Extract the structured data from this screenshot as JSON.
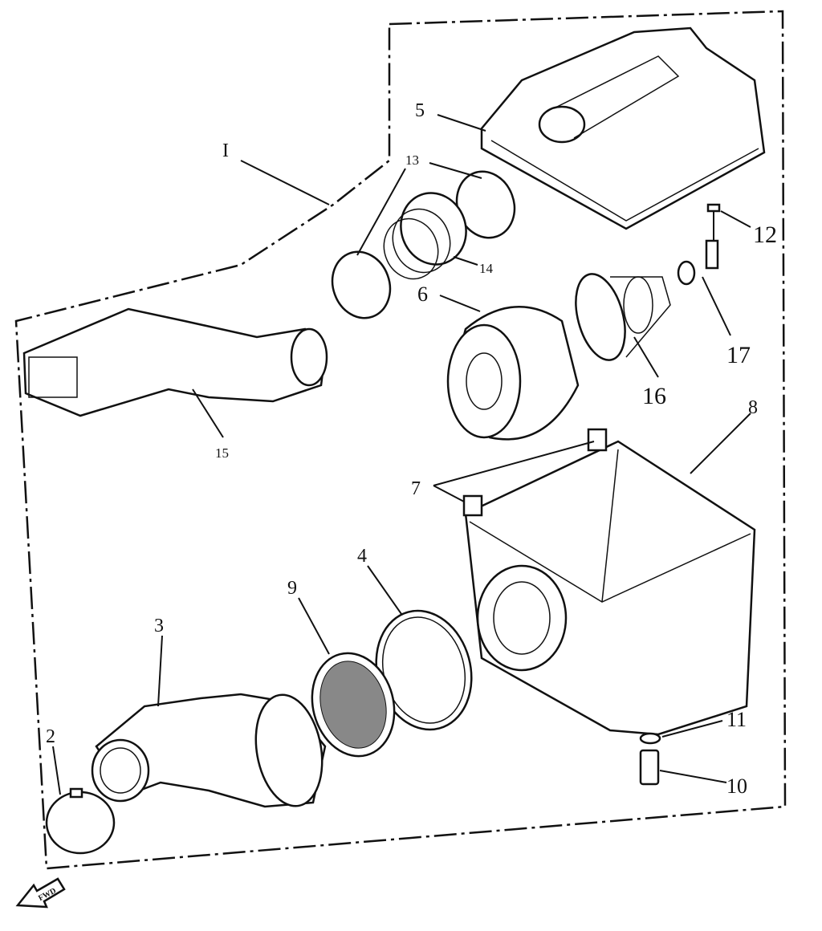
{
  "diagram": {
    "title_marker": "I",
    "callouts": [
      {
        "id": "5",
        "text": "5"
      },
      {
        "id": "13a",
        "text": "13"
      },
      {
        "id": "14",
        "text": "14"
      },
      {
        "id": "6",
        "text": "6"
      },
      {
        "id": "12",
        "text": "12"
      },
      {
        "id": "17",
        "text": "17"
      },
      {
        "id": "16",
        "text": "16"
      },
      {
        "id": "15",
        "text": "15"
      },
      {
        "id": "8",
        "text": "8"
      },
      {
        "id": "7",
        "text": "7"
      },
      {
        "id": "4",
        "text": "4"
      },
      {
        "id": "9",
        "text": "9"
      },
      {
        "id": "3",
        "text": "3"
      },
      {
        "id": "2",
        "text": "2"
      },
      {
        "id": "11",
        "text": "11"
      },
      {
        "id": "10",
        "text": "10"
      }
    ],
    "fwd_label": "FWD"
  }
}
